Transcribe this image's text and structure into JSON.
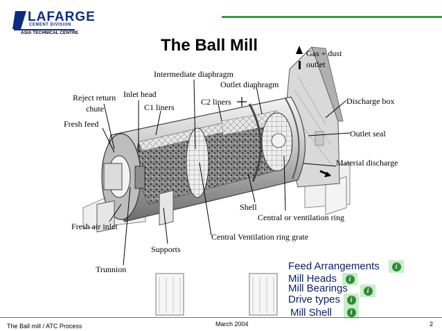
{
  "logo": {
    "name": "LAFARGE",
    "division": "CEMENT DIVISION",
    "centre": "ASIA TECHNICAL CENTRE"
  },
  "title": "The Ball Mill",
  "labels": {
    "gas_dust": "Gas + dust",
    "outlet": "outlet",
    "intermediate_diaphragm": "Intermediate diaphragm",
    "outlet_diaphragm": "Outlet diaphragm",
    "reject_return": "Reject return",
    "chute": "chute",
    "inlet_head": "Inlet head",
    "c2_liners": "C2 liners",
    "c1_liners": "C1 liners",
    "discharge_box": "Discharge box",
    "fresh_feed": "Fresh feed",
    "outlet_seal": "Outlet seal",
    "material_discharge": "Material discharge",
    "shell": "Shell",
    "central_ventilation_ring": "Central or ventilation ring",
    "fresh_air_inlet": "Fresh air inlet",
    "central_ventilation_ring_grate": "Central Ventilation ring grate",
    "supports": "Supports",
    "trunnion": "Trunnion"
  },
  "links": [
    {
      "label": "Feed Arrangements"
    },
    {
      "label": "Mill Heads"
    },
    {
      "label": "Mill Bearings"
    },
    {
      "label": "Drive types"
    },
    {
      "label": "Mill Shell"
    }
  ],
  "info_glyph": "i",
  "icons": [
    "info-icon",
    "arrow-up-icon",
    "arrow-right-icon",
    "plus-icon"
  ],
  "footer": {
    "left": "The Ball mill / ATC Process",
    "center": "March 2004",
    "page": "2"
  },
  "colors": {
    "accent_green": "#2e9e3e",
    "info_bg": "#c8eec8",
    "info_circle": "#2e8a36",
    "logo_blue": "#0b2c84",
    "link_text": "#0b1e6b"
  }
}
